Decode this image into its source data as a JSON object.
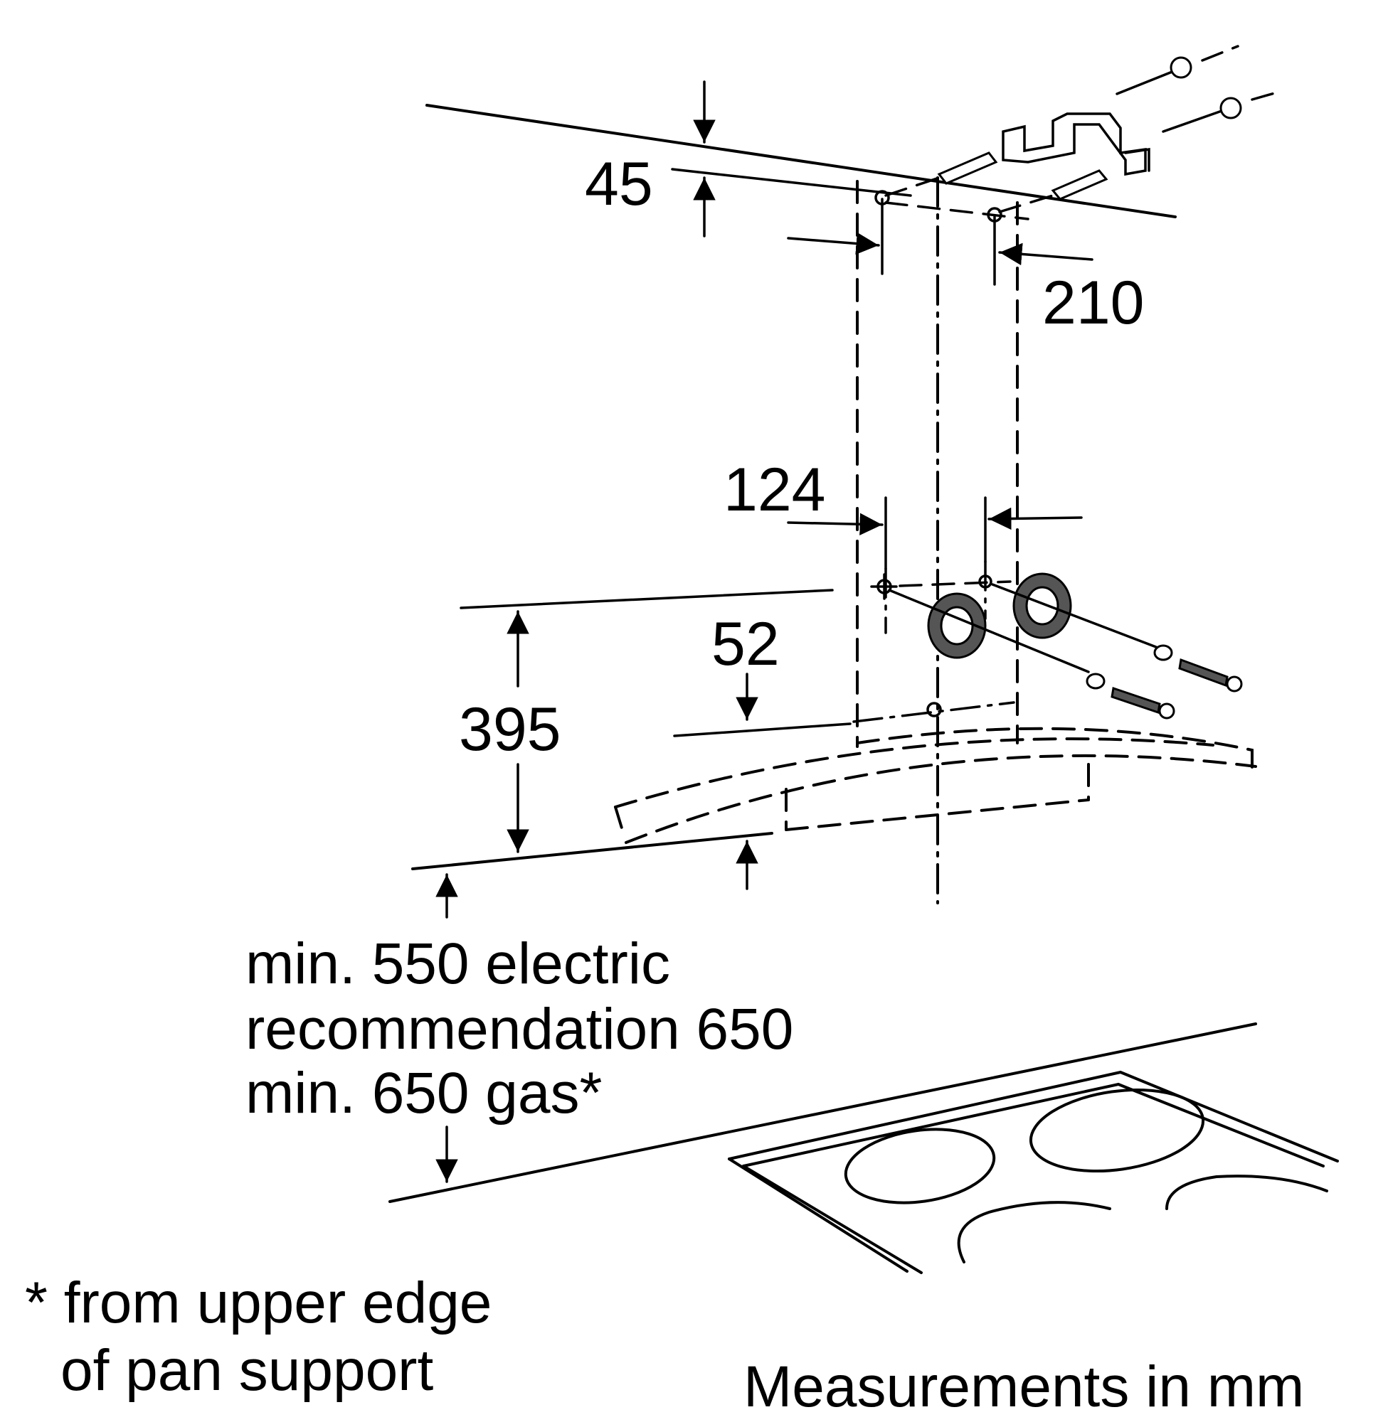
{
  "dimensions": {
    "d45": "45",
    "d210": "210",
    "d124": "124",
    "d52": "52",
    "d395": "395"
  },
  "clearance": {
    "line1": "min. 550 electric",
    "line2": "recommendation 650",
    "line3": "min. 650 gas*"
  },
  "footnote": {
    "line1": "* from upper edge",
    "line2": "of pan support"
  },
  "units_note": "Measurements in mm"
}
